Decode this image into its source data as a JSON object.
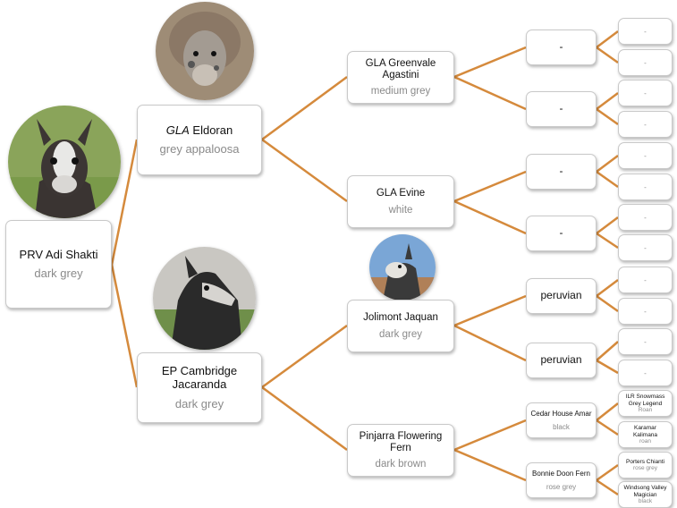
{
  "subject": {
    "name": "PRV Adi Shakti",
    "color": "dark grey"
  },
  "sire": {
    "prefix": "GLA",
    "name": "Eldoran",
    "color": "grey appaloosa"
  },
  "dam": {
    "name": "EP Cambridge Jacaranda",
    "color": "dark grey"
  },
  "sire_sire": {
    "name": "GLA Greenvale Agastini",
    "color": "medium grey"
  },
  "sire_dam": {
    "name": "GLA Evine",
    "color": "white"
  },
  "dam_sire": {
    "name": "Jolimont Jaquan",
    "color": "dark grey"
  },
  "dam_dam": {
    "name": "Pinjarra Flowering Fern",
    "color": "dark brown"
  },
  "gen3": [
    {
      "name": "-"
    },
    {
      "name": "-"
    },
    {
      "name": "-"
    },
    {
      "name": "-"
    },
    {
      "name": "peruvian"
    },
    {
      "name": "peruvian"
    },
    {
      "name": "Cedar House Amar",
      "color": "black"
    },
    {
      "name": "Bonnie Doon Fern",
      "color": "rose grey"
    }
  ],
  "gen4": [
    {
      "name": "-"
    },
    {
      "name": "-"
    },
    {
      "name": "-"
    },
    {
      "name": "-"
    },
    {
      "name": "-"
    },
    {
      "name": "-"
    },
    {
      "name": "-"
    },
    {
      "name": "-"
    },
    {
      "name": "-"
    },
    {
      "name": "-"
    },
    {
      "name": "-"
    },
    {
      "name": "-"
    },
    {
      "name": "ILR Snowmass Grey Legend",
      "color": "Roan"
    },
    {
      "name": "Karamar Kalimana",
      "color": "roan"
    },
    {
      "name": "Porters Chianti",
      "color": "rose grey"
    },
    {
      "name": "Windsong Valley Magician",
      "color": "black"
    }
  ],
  "colors": {
    "connector": "#d58a3c",
    "name_text": "#111111",
    "color_text": "#8a8a8a"
  }
}
